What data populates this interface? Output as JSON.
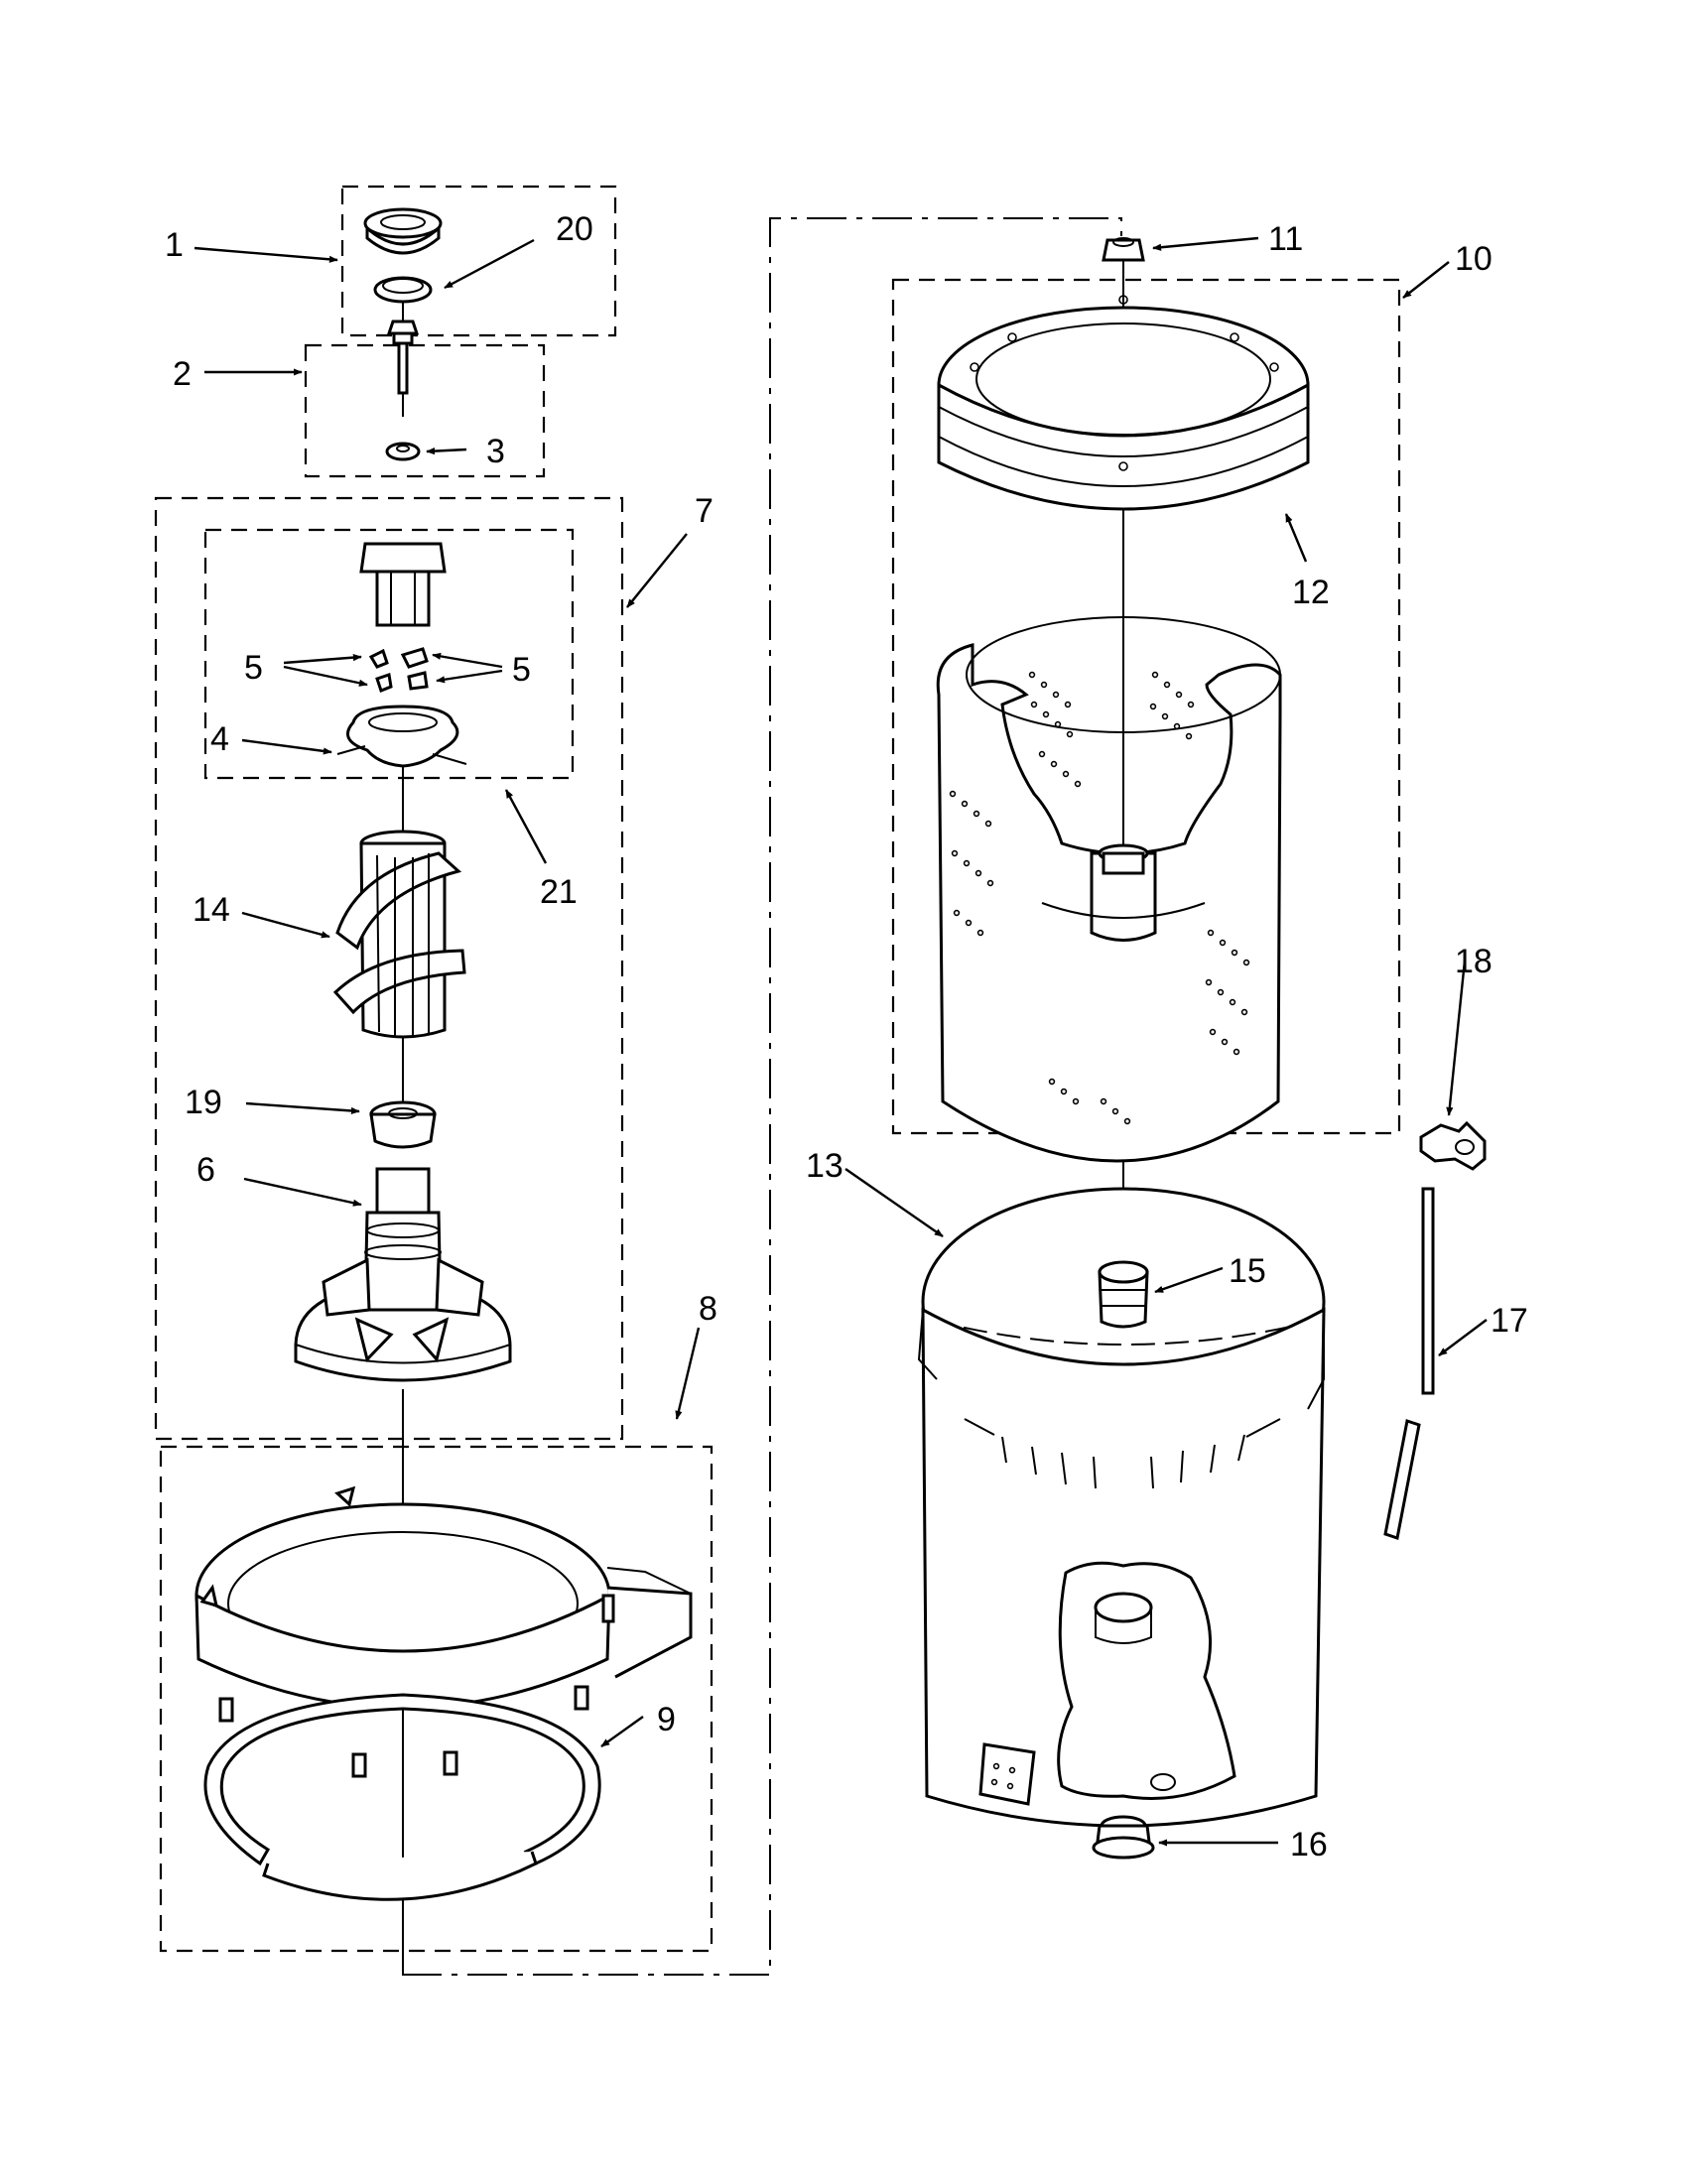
{
  "callouts": {
    "c1": "1",
    "c2": "2",
    "c3": "3",
    "c4": "4",
    "c5a": "5",
    "c5b": "5",
    "c6": "6",
    "c7": "7",
    "c8": "8",
    "c9": "9",
    "c10": "10",
    "c11": "11",
    "c12": "12",
    "c13": "13",
    "c14": "14",
    "c15": "15",
    "c16": "16",
    "c17": "17",
    "c18": "18",
    "c19": "19",
    "c20": "20",
    "c21": "21"
  }
}
